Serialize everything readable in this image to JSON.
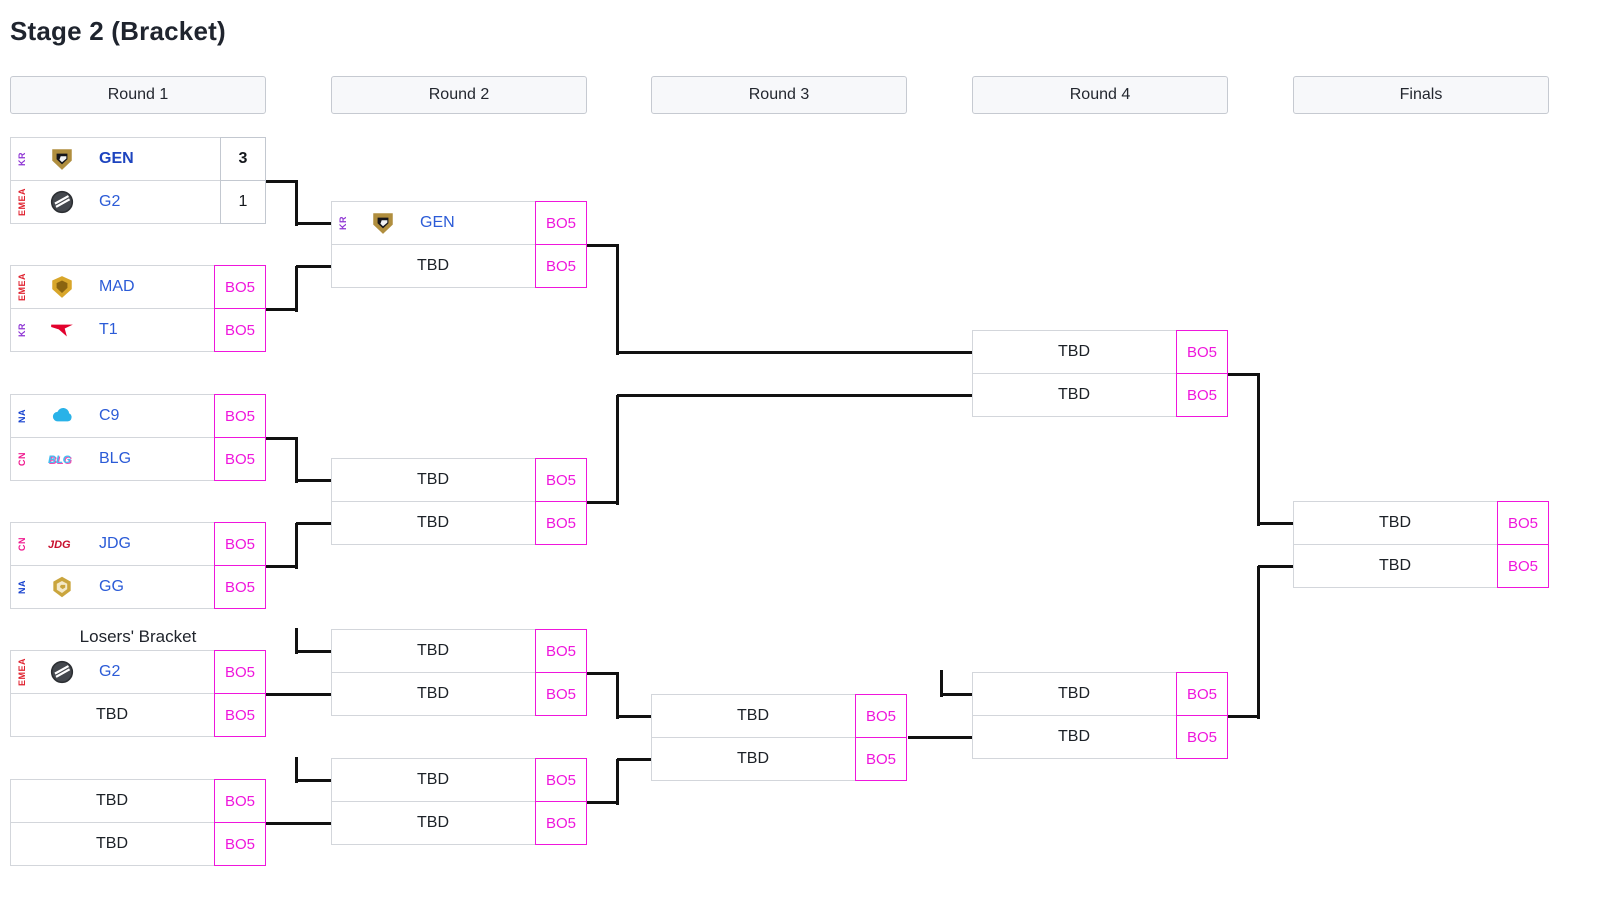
{
  "title": "Stage 2 (Bracket)",
  "round_headers": [
    "Round 1",
    "Round 2",
    "Round 3",
    "Round 4",
    "Finals"
  ],
  "losers_bracket_label": "Losers' Bracket",
  "colors": {
    "bo5_magenta": "#ef16dc",
    "team_link_blue": "#2b5bd7",
    "winner_team_blue": "#1d44bf",
    "connector_black": "#111111",
    "region_kr_purple": "#8f35d4",
    "region_emea_red": "#e02330",
    "region_na_blue": "#1440cf",
    "region_cn_pink": "#f0188e",
    "header_bg": "#f7f8fa"
  },
  "matches": [
    {
      "id": "ub-r1-m1",
      "slots": [
        {
          "region": "KR",
          "team": "GEN",
          "logo": "gen-logo",
          "result": "3",
          "result_kind": "score",
          "winner": true
        },
        {
          "region": "EMEA",
          "team": "G2",
          "logo": "g2-logo",
          "result": "1",
          "result_kind": "score",
          "winner": false
        }
      ]
    },
    {
      "id": "ub-r1-m2",
      "slots": [
        {
          "region": "EMEA",
          "team": "MAD",
          "logo": "mad-logo",
          "result": "BO5",
          "result_kind": "bo5",
          "winner": false
        },
        {
          "region": "KR",
          "team": "T1",
          "logo": "t1-logo",
          "result": "BO5",
          "result_kind": "bo5",
          "winner": false
        }
      ]
    },
    {
      "id": "ub-r1-m3",
      "slots": [
        {
          "region": "NA",
          "team": "C9",
          "logo": "c9-logo",
          "result": "BO5",
          "result_kind": "bo5",
          "winner": false
        },
        {
          "region": "CN",
          "team": "BLG",
          "logo": "blg-logo",
          "result": "BO5",
          "result_kind": "bo5",
          "winner": false
        }
      ]
    },
    {
      "id": "ub-r1-m4",
      "slots": [
        {
          "region": "CN",
          "team": "JDG",
          "logo": "jdg-logo",
          "result": "BO5",
          "result_kind": "bo5",
          "winner": false
        },
        {
          "region": "NA",
          "team": "GG",
          "logo": "gg-logo",
          "result": "BO5",
          "result_kind": "bo5",
          "winner": false
        }
      ]
    },
    {
      "id": "lb-r1-m1",
      "slots": [
        {
          "region": "EMEA",
          "team": "G2",
          "logo": "g2-logo",
          "result": "BO5",
          "result_kind": "bo5",
          "winner": false
        },
        {
          "team": "TBD",
          "placeholder": true,
          "result": "BO5",
          "result_kind": "bo5",
          "winner": false
        }
      ]
    },
    {
      "id": "lb-r1-m2",
      "slots": [
        {
          "team": "TBD",
          "placeholder": true,
          "result": "BO5",
          "result_kind": "bo5",
          "winner": false
        },
        {
          "team": "TBD",
          "placeholder": true,
          "result": "BO5",
          "result_kind": "bo5",
          "winner": false
        }
      ]
    },
    {
      "id": "ub-r2-m1",
      "slots": [
        {
          "region": "KR",
          "team": "GEN",
          "logo": "gen-logo",
          "result": "BO5",
          "result_kind": "bo5",
          "winner": false
        },
        {
          "team": "TBD",
          "placeholder": true,
          "result": "BO5",
          "result_kind": "bo5",
          "winner": false
        }
      ]
    },
    {
      "id": "ub-r2-m2",
      "slots": [
        {
          "team": "TBD",
          "placeholder": true,
          "result": "BO5",
          "result_kind": "bo5",
          "winner": false
        },
        {
          "team": "TBD",
          "placeholder": true,
          "result": "BO5",
          "result_kind": "bo5",
          "winner": false
        }
      ]
    },
    {
      "id": "lb-r2-m1",
      "slots": [
        {
          "team": "TBD",
          "placeholder": true,
          "result": "BO5",
          "result_kind": "bo5",
          "winner": false
        },
        {
          "team": "TBD",
          "placeholder": true,
          "result": "BO5",
          "result_kind": "bo5",
          "winner": false
        }
      ]
    },
    {
      "id": "lb-r2-m2",
      "slots": [
        {
          "team": "TBD",
          "placeholder": true,
          "result": "BO5",
          "result_kind": "bo5",
          "winner": false
        },
        {
          "team": "TBD",
          "placeholder": true,
          "result": "BO5",
          "result_kind": "bo5",
          "winner": false
        }
      ]
    },
    {
      "id": "lb-r3-m1",
      "slots": [
        {
          "team": "TBD",
          "placeholder": true,
          "result": "BO5",
          "result_kind": "bo5",
          "winner": false
        },
        {
          "team": "TBD",
          "placeholder": true,
          "result": "BO5",
          "result_kind": "bo5",
          "winner": false
        }
      ]
    },
    {
      "id": "ub-r4-m1",
      "slots": [
        {
          "team": "TBD",
          "placeholder": true,
          "result": "BO5",
          "result_kind": "bo5",
          "winner": false
        },
        {
          "team": "TBD",
          "placeholder": true,
          "result": "BO5",
          "result_kind": "bo5",
          "winner": false
        }
      ]
    },
    {
      "id": "lb-r4-m1",
      "slots": [
        {
          "team": "TBD",
          "placeholder": true,
          "result": "BO5",
          "result_kind": "bo5",
          "winner": false
        },
        {
          "team": "TBD",
          "placeholder": true,
          "result": "BO5",
          "result_kind": "bo5",
          "winner": false
        }
      ]
    },
    {
      "id": "grand-finals",
      "slots": [
        {
          "team": "TBD",
          "placeholder": true,
          "result": "BO5",
          "result_kind": "bo5",
          "winner": false
        },
        {
          "team": "TBD",
          "placeholder": true,
          "result": "BO5",
          "result_kind": "bo5",
          "winner": false
        }
      ]
    }
  ]
}
